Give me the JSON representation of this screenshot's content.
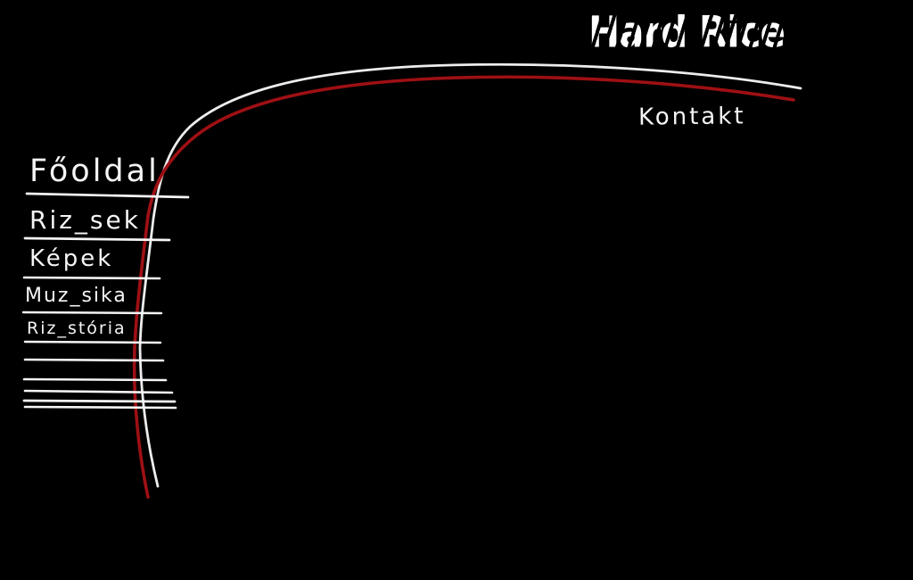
{
  "site": {
    "logo_text": "Hard Rice",
    "kontakt_label": "Kontakt"
  },
  "menu": {
    "items": [
      {
        "label": "Főoldal"
      },
      {
        "label": "Riz_sek"
      },
      {
        "label": "Képek"
      },
      {
        "label": "Muz_sika"
      },
      {
        "label": "Riz_stória"
      }
    ]
  },
  "colors": {
    "background": "#000000",
    "curve_white": "#ededed",
    "curve_red": "#9e1014",
    "text_white": "#f5f5f5",
    "logo_white": "#ffffff"
  }
}
